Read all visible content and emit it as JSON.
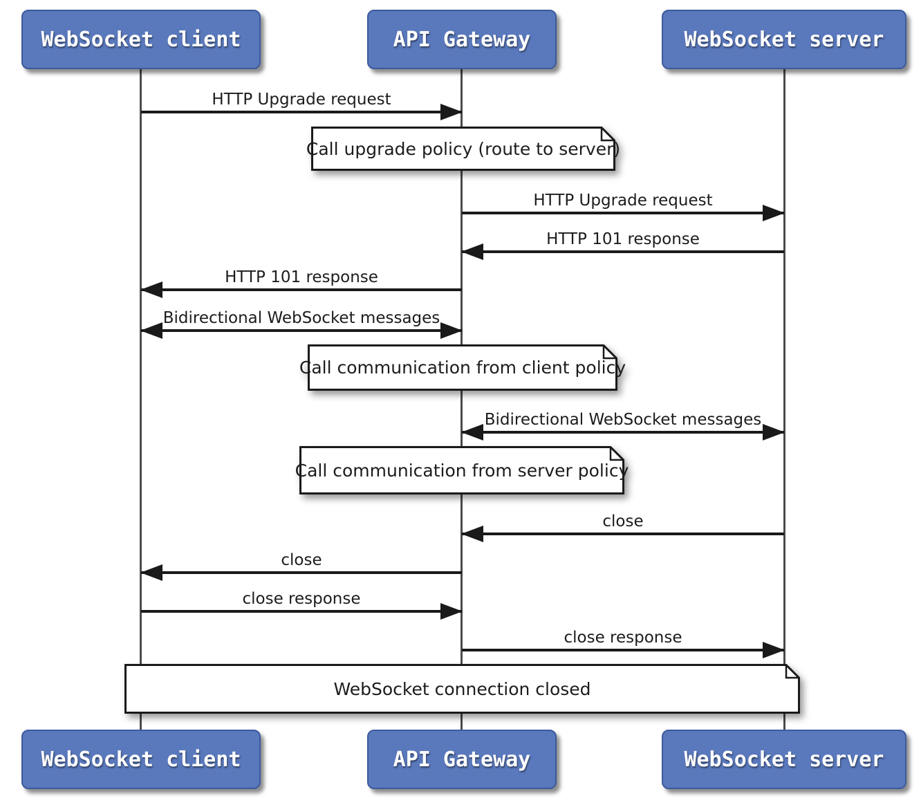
{
  "diagram": {
    "type": "sequence",
    "actors": [
      {
        "id": "client",
        "label": "WebSocket client"
      },
      {
        "id": "gateway",
        "label": "API Gateway"
      },
      {
        "id": "server",
        "label": "WebSocket server"
      }
    ],
    "messages": [
      {
        "label": "HTTP Upgrade request",
        "from": "client",
        "to": "gateway",
        "direction": "right"
      },
      {
        "label": "HTTP Upgrade request",
        "from": "gateway",
        "to": "server",
        "direction": "right"
      },
      {
        "label": "HTTP 101 response",
        "from": "server",
        "to": "gateway",
        "direction": "left"
      },
      {
        "label": "HTTP 101 response",
        "from": "gateway",
        "to": "client",
        "direction": "left"
      },
      {
        "label": "Bidirectional WebSocket messages",
        "from": "client",
        "to": "gateway",
        "direction": "both"
      },
      {
        "label": "Bidirectional WebSocket messages",
        "from": "gateway",
        "to": "server",
        "direction": "both"
      },
      {
        "label": "close",
        "from": "server",
        "to": "gateway",
        "direction": "left"
      },
      {
        "label": "close",
        "from": "gateway",
        "to": "client",
        "direction": "left"
      },
      {
        "label": "close response",
        "from": "client",
        "to": "gateway",
        "direction": "right"
      },
      {
        "label": "close response",
        "from": "gateway",
        "to": "server",
        "direction": "right"
      }
    ],
    "notes": [
      {
        "label": "Call upgrade policy (route to server)",
        "over": "gateway"
      },
      {
        "label": "Call communication from client policy",
        "over": "gateway"
      },
      {
        "label": "Call communication from server policy",
        "over": "gateway"
      },
      {
        "label": "WebSocket connection closed",
        "over": "all"
      }
    ],
    "colors": {
      "actor_fill": "#5a79bd",
      "actor_border": "#3c5a9c",
      "actor_text": "#ffffff",
      "line": "#1a1a1a",
      "lifeline": "#4b4b4b",
      "note_fill": "#ffffff",
      "note_border": "#1a1a1a"
    }
  }
}
